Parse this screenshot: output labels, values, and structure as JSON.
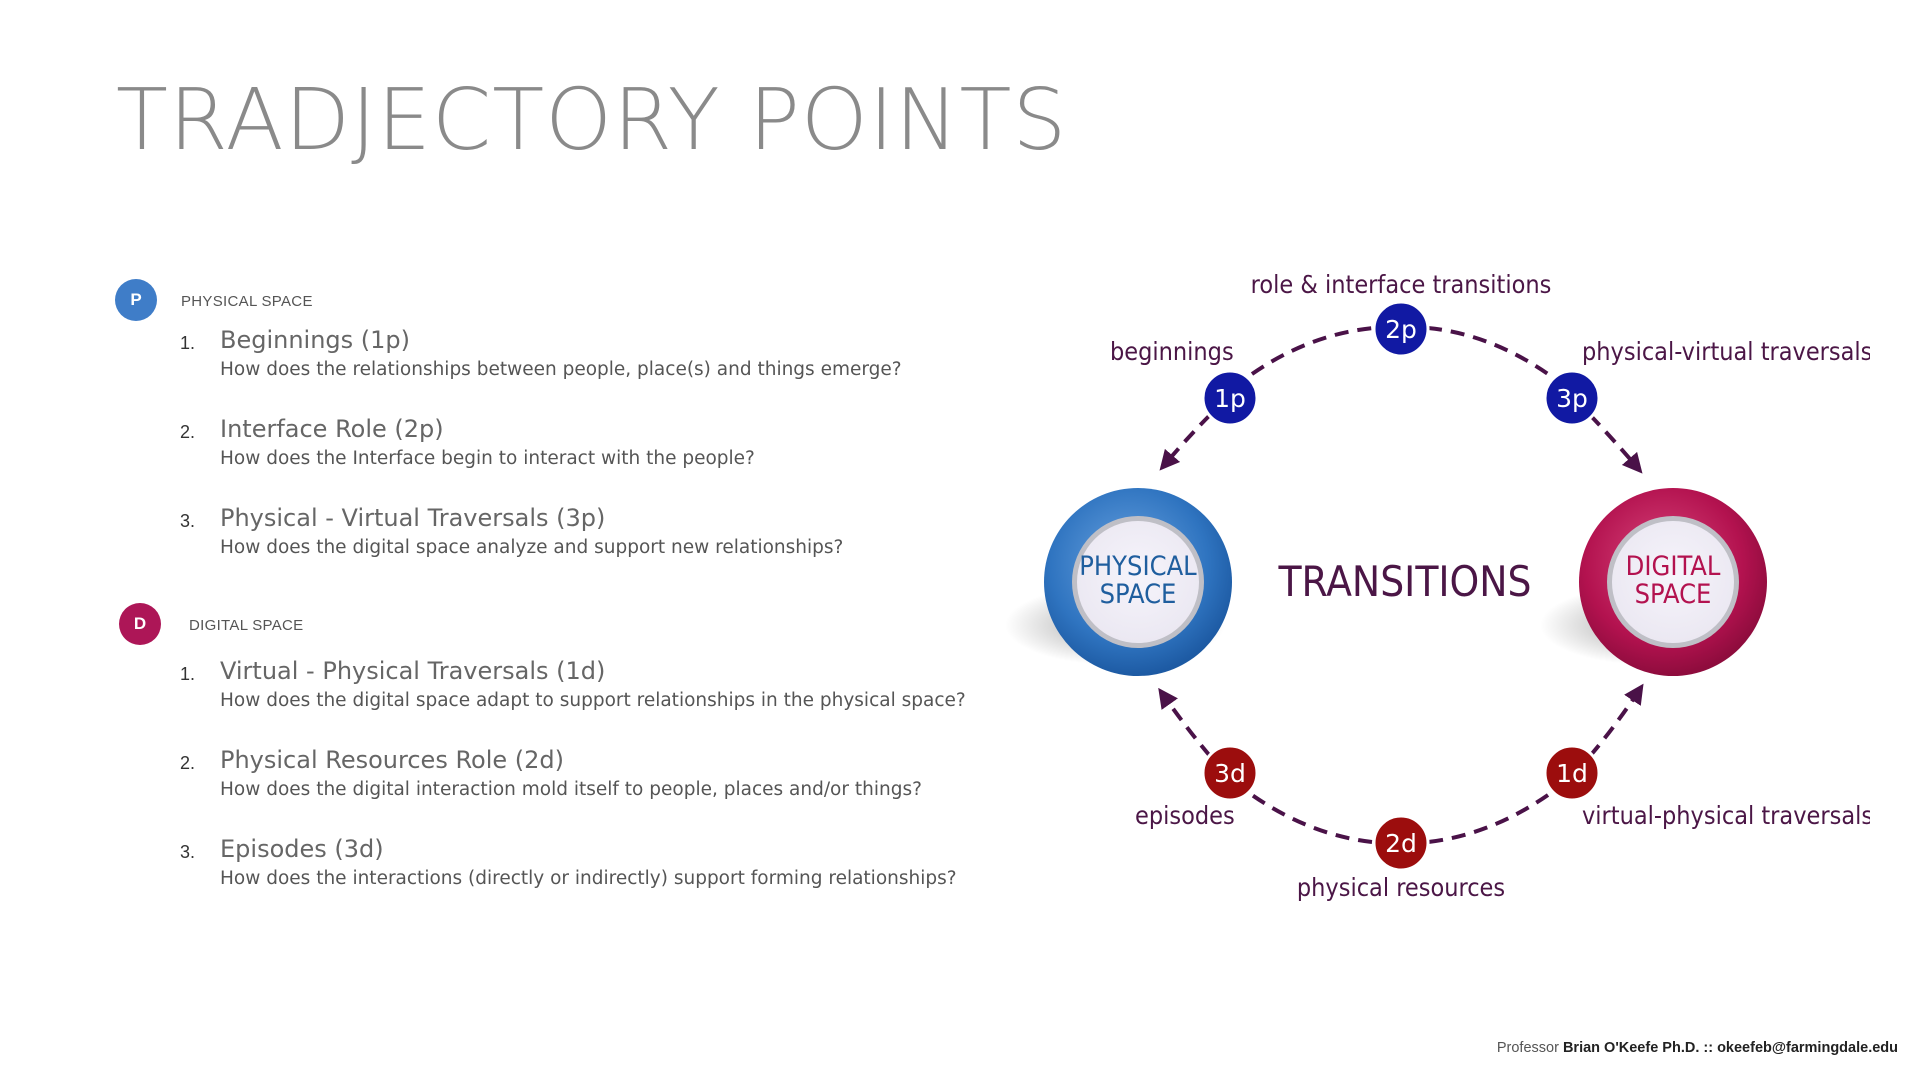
{
  "title": "TRADJECTORY POINTS",
  "physical": {
    "badge": "P",
    "label": "PHYSICAL SPACE",
    "items": [
      {
        "num": "1.",
        "head": "Beginnings (1p)",
        "desc": "How does the relationships between people, place(s) and things emerge?"
      },
      {
        "num": "2.",
        "head": "Interface Role (2p)",
        "desc": "How does the Interface begin to interact with the people?"
      },
      {
        "num": "3.",
        "head": "Physical - Virtual Traversals (3p)",
        "desc": "How does the digital space analyze and support new relationships?"
      }
    ]
  },
  "digital": {
    "badge": "D",
    "label": "DIGITAL SPACE",
    "items": [
      {
        "num": "1.",
        "head": "Virtual - Physical Traversals (1d)",
        "desc": "How does the digital space adapt to support relationships in the physical space?"
      },
      {
        "num": "2.",
        "head": "Physical Resources Role (2d)",
        "desc": "How does the digital interaction mold itself to people, places and/or things?"
      },
      {
        "num": "3.",
        "head": "Episodes (3d)",
        "desc": "How does the interactions (directly or indirectly) support forming relationships?"
      }
    ]
  },
  "diagram": {
    "center": "TRANSITIONS",
    "physical_line1": "PHYSICAL",
    "physical_line2": "SPACE",
    "digital_line1": "DIGITAL",
    "digital_line2": "SPACE",
    "nodes": {
      "n1p": "1p",
      "n2p": "2p",
      "n3p": "3p",
      "n1d": "1d",
      "n2d": "2d",
      "n3d": "3d"
    },
    "labels": {
      "beginnings": "beginnings",
      "role": "role & interface transitions",
      "pv": "physical-virtual traversals",
      "vp": "virtual-physical traversals",
      "resources": "physical resources",
      "episodes": "episodes"
    },
    "colors": {
      "physical_blue": "#2f74c0",
      "digital_magenta": "#b3124f",
      "node_blue": "#1119a3",
      "node_red": "#9c0d0d",
      "arc": "#4a1248",
      "label": "#4b1646"
    }
  },
  "footer": {
    "prefix": "Professor",
    "name": "Brian O'Keefe Ph.D. :: okeefeb@farmingdale.edu"
  }
}
